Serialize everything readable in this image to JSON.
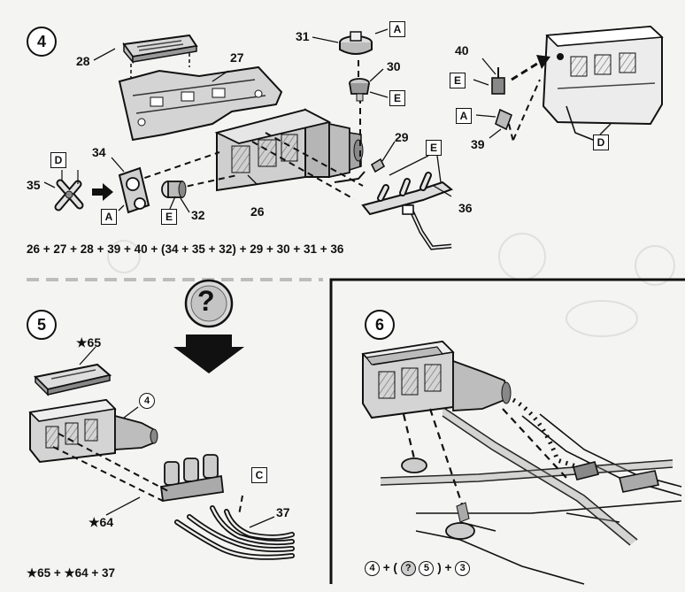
{
  "step4": {
    "number": "4",
    "parts": {
      "p28": "28",
      "p27": "27",
      "p31": "31",
      "p30": "30",
      "p40": "40",
      "p39": "39",
      "p29": "29",
      "p34": "34",
      "p35": "35",
      "p32": "32",
      "p26": "26",
      "p36": "36"
    },
    "letters": {
      "a1": "A",
      "e1": "E",
      "e2": "E",
      "a2": "A",
      "d1": "D",
      "d2": "D",
      "a3": "A",
      "e3": "E",
      "e4": "E"
    },
    "formula": "26 + 27 + 28 + 39 + 40 + (34 + 35 + 32) + 29 + 30 + 31 + 36"
  },
  "step5": {
    "number": "5",
    "parts": {
      "p65": "★65",
      "p4": "4",
      "p64": "★64",
      "p37": "37"
    },
    "letters": {
      "c": "C"
    },
    "question_mark": "?",
    "formula": "★65 + ★64 + 37"
  },
  "step6": {
    "number": "6",
    "formula": {
      "a": "4",
      "plus1": "+",
      "paren_open": "(",
      "q": "?",
      "b": "5",
      "paren_close": ")",
      "plus2": "+",
      "c": "3"
    }
  },
  "colors": {
    "ink": "#111111",
    "paper": "#f4f4f2",
    "grey_part": "#cfcfcf",
    "divider_dash": "#bdbdbd"
  }
}
